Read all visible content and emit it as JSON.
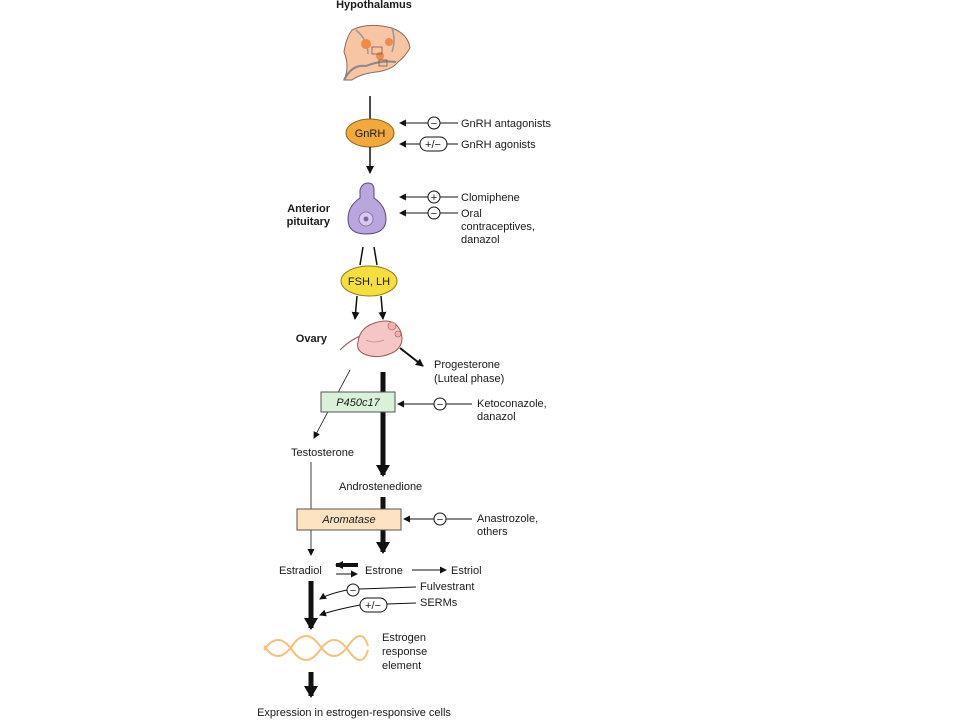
{
  "colors": {
    "gnrh_fill": "#f2a93b",
    "fsh_lh_fill": "#f5df3c",
    "p450_fill": "#d9f0d9",
    "aromatase_fill": "#fde3bf",
    "pituitary_fill": "#b8a6dc",
    "ovary_fill": "#f6c6c6",
    "wave_color": "#f4c27a",
    "hypothalamus_fill": "#f7c4a4"
  },
  "labels": {
    "hypothalamus": "Hypothalamus",
    "gnrh": "GnRH",
    "gnrh_antagonists": "GnRH antagonists",
    "gnrh_agonists": "GnRH agonists",
    "anterior": "Anterior",
    "pituitary": "pituitary",
    "clomiphene": "Clomiphene",
    "oral": "Oral",
    "contraceptives": "contraceptives,",
    "danazol_1": "danazol",
    "fsh_lh": "FSH, LH",
    "ovary": "Ovary",
    "progesterone": "Progesterone",
    "luteal_phase": "(Luteal phase)",
    "p450c17": "P450c17",
    "ketoconazole": "Ketoconazole,",
    "danazol_2": "danazol",
    "testosterone": "Testosterone",
    "androstenedione": "Androstenedione",
    "aromatase": "Aromatase",
    "anastrozole": "Anastrozole,",
    "others": "others",
    "estradiol": "Estradiol",
    "estrone": "Estrone",
    "estriol": "Estriol",
    "fulvestrant": "Fulvestrant",
    "serms": "SERMs",
    "estrogen": "Estrogen",
    "response": "response",
    "element": "element",
    "expression": "Expression in estrogen-responsive cells"
  },
  "symbols": {
    "minus": "−",
    "plus": "+",
    "plus_minus": "+/−"
  }
}
